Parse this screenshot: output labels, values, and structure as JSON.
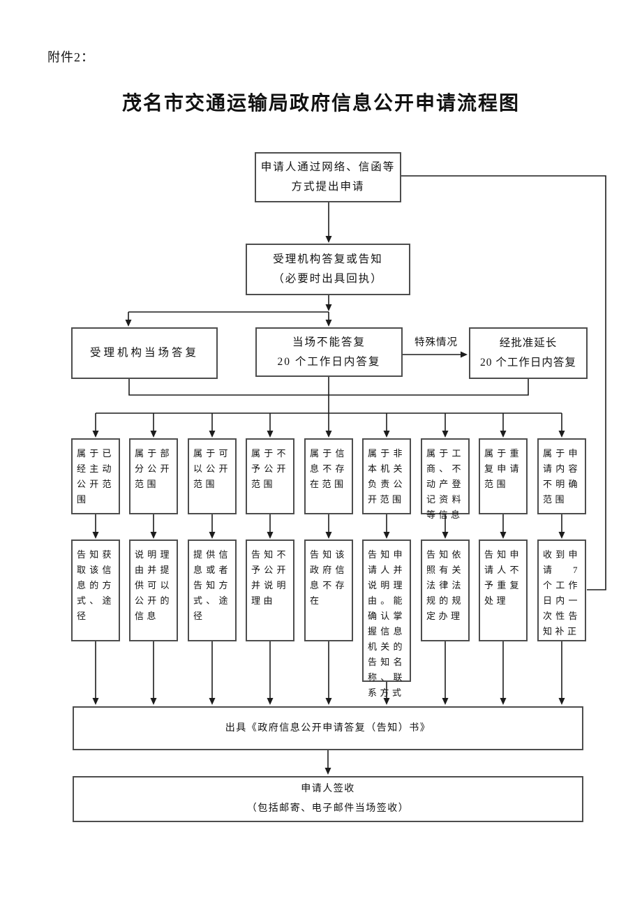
{
  "page": {
    "attachment_label": "附件2：",
    "title": "茂名市交通运输局政府信息公开申请流程图"
  },
  "flowchart": {
    "apply": "申请人通过网络、信函等\n方式提出申请",
    "reply_notify": "受理机构答复或告知\n（必要时出具回执）",
    "onsite_reply": "受理机构当场答复",
    "cannot_reply": "当场不能答复\n20 个工作日内答复",
    "extend_reply": "经批准延长\n20 个工作日内答复",
    "special_case_label": "特殊情况",
    "categories": [
      "属于已经主动公开范围",
      "属于部分公开范围",
      "属于可以公开范围",
      "属于不予公开范围",
      "属于信息不存在范围",
      "属于非本机关负责公开范围",
      "属于工商、不动产登记资料等信息",
      "属于重复申请范围",
      "属于申请内容不明确范围"
    ],
    "actions": [
      "告知获取该信息的方式、途径",
      "说明理由并提供可以公开的信息",
      "提供信息或者告知方式、途径",
      "告知不予公开并说明理由",
      "告知该政府信息不存在",
      "告知申请人并说明理由。能确认掌握信息机关的告知名称、联系方式",
      "告知依照有关法律法规的规定办理",
      "告知申请人不予重复处理",
      "收到申请 7 个工作日内一次性告知补正"
    ],
    "issue_letter": "出具《政府信息公开申请答复（告知）书》",
    "applicant_sign": "申请人签收\n（包括邮寄、电子邮件当场签收）"
  },
  "colors": {
    "background": "#ffffff",
    "box_border": "#4d4d4d",
    "connector": "#1c1c1c",
    "text": "#111111"
  }
}
